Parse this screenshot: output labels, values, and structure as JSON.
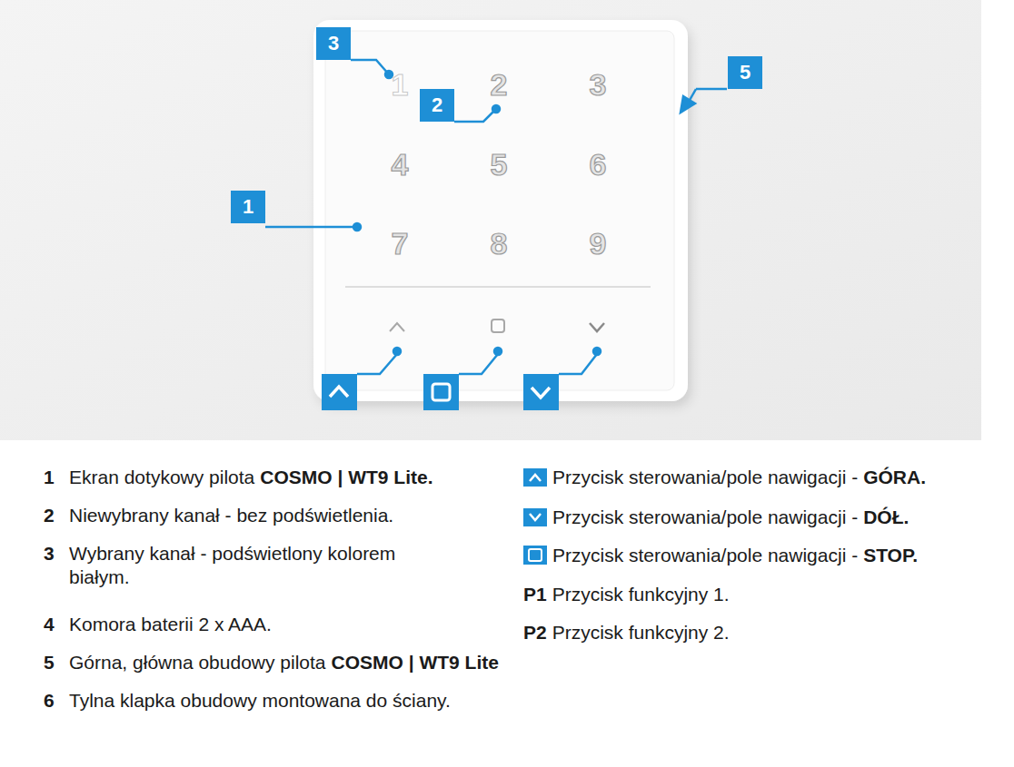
{
  "diagram": {
    "labels": [
      "1",
      "2",
      "3",
      "4",
      "5",
      "6",
      "7",
      "8",
      "9",
      "3",
      "2",
      "1",
      "5",
      "1",
      "Ekran dotykowy pilota",
      "COSMO | WT9 Lite.",
      "2",
      "Niewybrany kanał - bez podświetlenia.",
      "3",
      "Wybrany kanał - podświetlony kolorem białym.",
      "4",
      "Komora baterii 2 x AAA.",
      "5",
      "Górna, główna obudowy pilota",
      "COSMO | WT9 Lite",
      "6",
      "Tylna klapka obudowy montowana do ściany.",
      "Przycisk sterowania/pole nawigacji -",
      "GÓRA.",
      "Przycisk sterowania/pole nawigacji -",
      "DÓŁ.",
      "Przycisk sterowania/pole nawigacji -",
      "STOP.",
      "P1",
      "Przycisk funkcyjny 1.",
      "P2",
      "Przycisk funkcyjny 2."
    ]
  }
}
